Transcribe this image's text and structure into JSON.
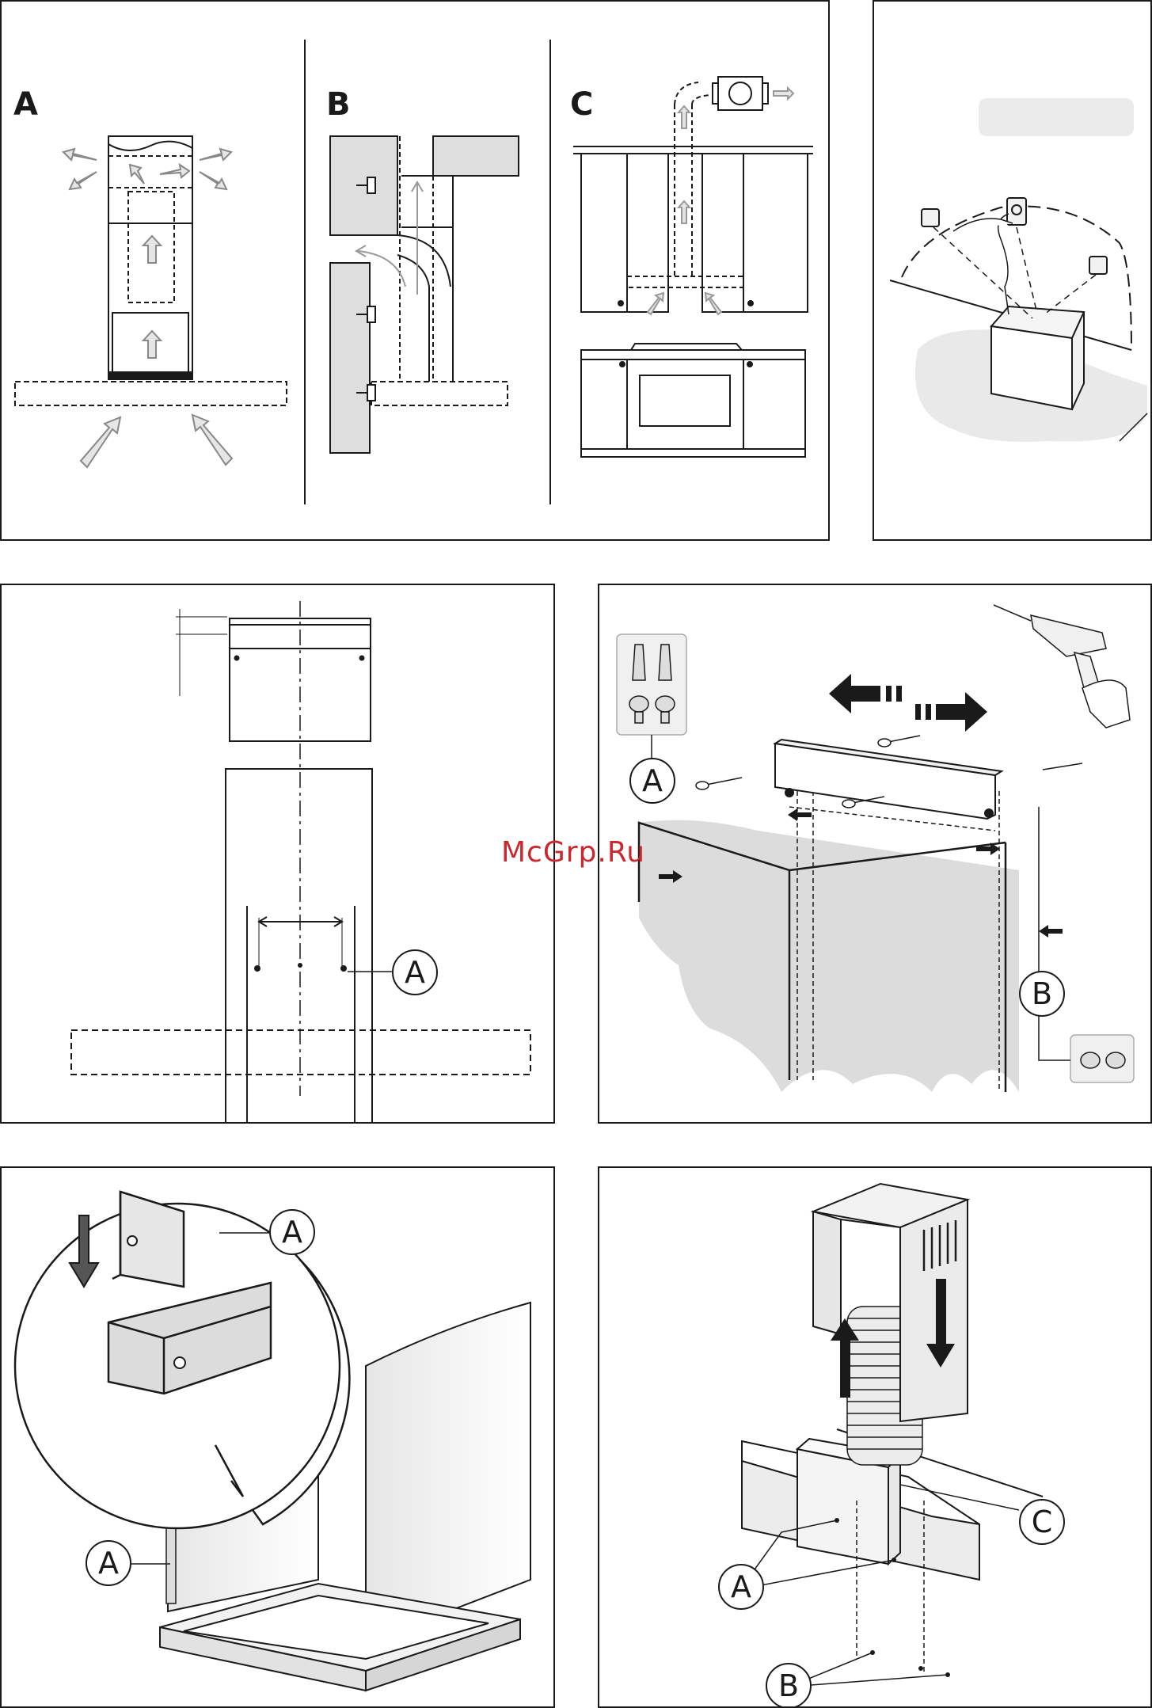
{
  "watermark": {
    "text": "McGrp.Ru"
  },
  "panel1": {
    "label_a": "A",
    "label_b": "B",
    "label_c": "C"
  },
  "panel3": {
    "callout_a": "A"
  },
  "panel4": {
    "callout_a": "A",
    "callout_b": "B"
  },
  "panel5": {
    "callout_a_top": "A",
    "callout_a_bottom": "A"
  },
  "panel6": {
    "callout_a": "A",
    "callout_b": "B",
    "callout_c": "C"
  },
  "colors": {
    "line": "#1a1a1a",
    "shade": "#d9d9d9",
    "arrow_fill": "#e6e6e6",
    "watermark": "#c8282e"
  }
}
